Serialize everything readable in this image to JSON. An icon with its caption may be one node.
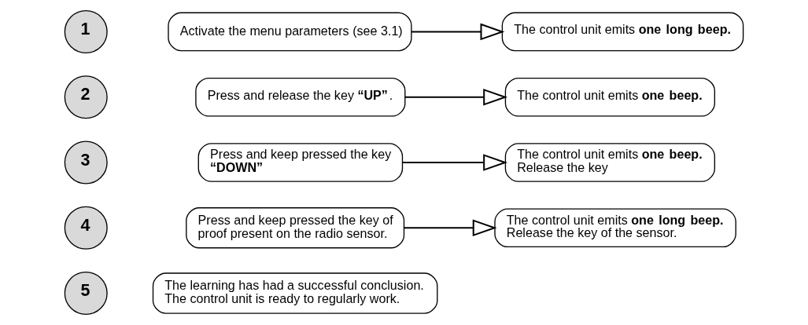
{
  "diagram": {
    "nodes": [
      {
        "text": [
          "1"
        ]
      },
      {
        "text": [
          "Activate the menu parameters (see 3.1)"
        ]
      },
      {
        "text": [
          "The control unit emits **one long beep.**"
        ]
      },
      {
        "text": [
          "2"
        ]
      },
      {
        "text": [
          "Press and release the key **“UP”**."
        ]
      },
      {
        "text": [
          "The control unit emits **one beep.**"
        ]
      },
      {
        "text": [
          "3"
        ]
      },
      {
        "text": [
          "Press and keep pressed the key **“DOWN”**"
        ]
      },
      {
        "text": [
          "The control unit emits **one beep.** Release the key"
        ]
      },
      {
        "text": [
          "4"
        ]
      },
      {
        "text": [
          "Press and keep pressed the key of proof present on the radio sensor."
        ]
      },
      {
        "text": [
          "The control unit emits **one long beep.** Release the key of the sensor."
        ]
      },
      {
        "text": [
          "5"
        ]
      },
      {
        "text": [
          "The learning has had a successful conclusion. The control unit is ready to regularly work."
        ]
      }
    ],
    "edges": [
      {
        "from": 1,
        "to": 2,
        "arrow": "to"
      },
      {
        "from": 4,
        "to": 5,
        "arrow": "to"
      },
      {
        "from": 7,
        "to": 8,
        "arrow": "to"
      },
      {
        "from": 10,
        "to": 11,
        "arrow": "to"
      }
    ]
  }
}
